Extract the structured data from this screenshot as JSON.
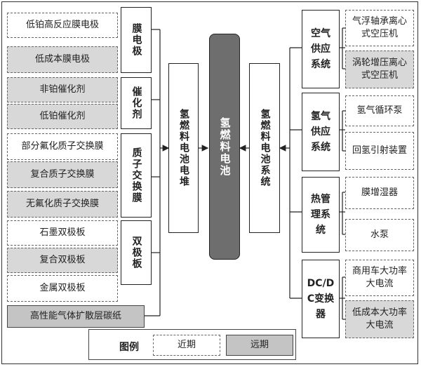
{
  "left": {
    "groups": [
      {
        "category": "膜电极",
        "items": [
          {
            "label": "低铂高反应膜电极",
            "term": "near"
          },
          {
            "label": "低成本膜电极",
            "term": "far"
          }
        ]
      },
      {
        "category": "催化剂",
        "items": [
          {
            "label": "非铂催化剂",
            "term": "far"
          },
          {
            "label": "低铂催化剂",
            "term": "far"
          }
        ]
      },
      {
        "category": "质子交换膜",
        "items": [
          {
            "label": "部分氟化质子交换膜",
            "term": "near"
          },
          {
            "label": "复合质子交换膜",
            "term": "far"
          },
          {
            "label": "无氟化质子交换膜",
            "term": "far"
          }
        ]
      },
      {
        "category": "双极板",
        "items": [
          {
            "label": "石墨双极板",
            "term": "near"
          },
          {
            "label": "复合双极板",
            "term": "far"
          },
          {
            "label": "金属双极板",
            "term": "near"
          }
        ]
      }
    ],
    "extra": {
      "label": "高性能气体扩散层碳纸",
      "term": "far"
    }
  },
  "stack": "氢燃料电池电堆",
  "center": "氢燃料电池",
  "system": "氢燃料电池系统",
  "right": {
    "groups": [
      {
        "category": "空气供应系统",
        "items": [
          {
            "label": "气浮轴承离心式空压机",
            "term": "near"
          },
          {
            "label": "涡轮增压离心式空压机",
            "term": "far"
          }
        ]
      },
      {
        "category": "氢气供应系统",
        "items": [
          {
            "label": "氢气循环泵",
            "term": "near"
          },
          {
            "label": "回氢引射装置",
            "term": "near"
          }
        ]
      },
      {
        "category": "热管理系统",
        "items": [
          {
            "label": "膜增湿器",
            "term": "near"
          },
          {
            "label": "水泵",
            "term": "near"
          }
        ]
      },
      {
        "category": "DC/DC变换器",
        "items": [
          {
            "label": "商用车大功率大电流",
            "term": "near"
          },
          {
            "label": "低成本大功率大电流",
            "term": "far"
          }
        ]
      }
    ]
  },
  "legend": {
    "title": "图例",
    "near": "近期",
    "far": "远期"
  },
  "colors": {
    "far_fill": "#d8d8d8",
    "near_fill": "#ffffff",
    "center_fill": "#6e6e6e"
  }
}
